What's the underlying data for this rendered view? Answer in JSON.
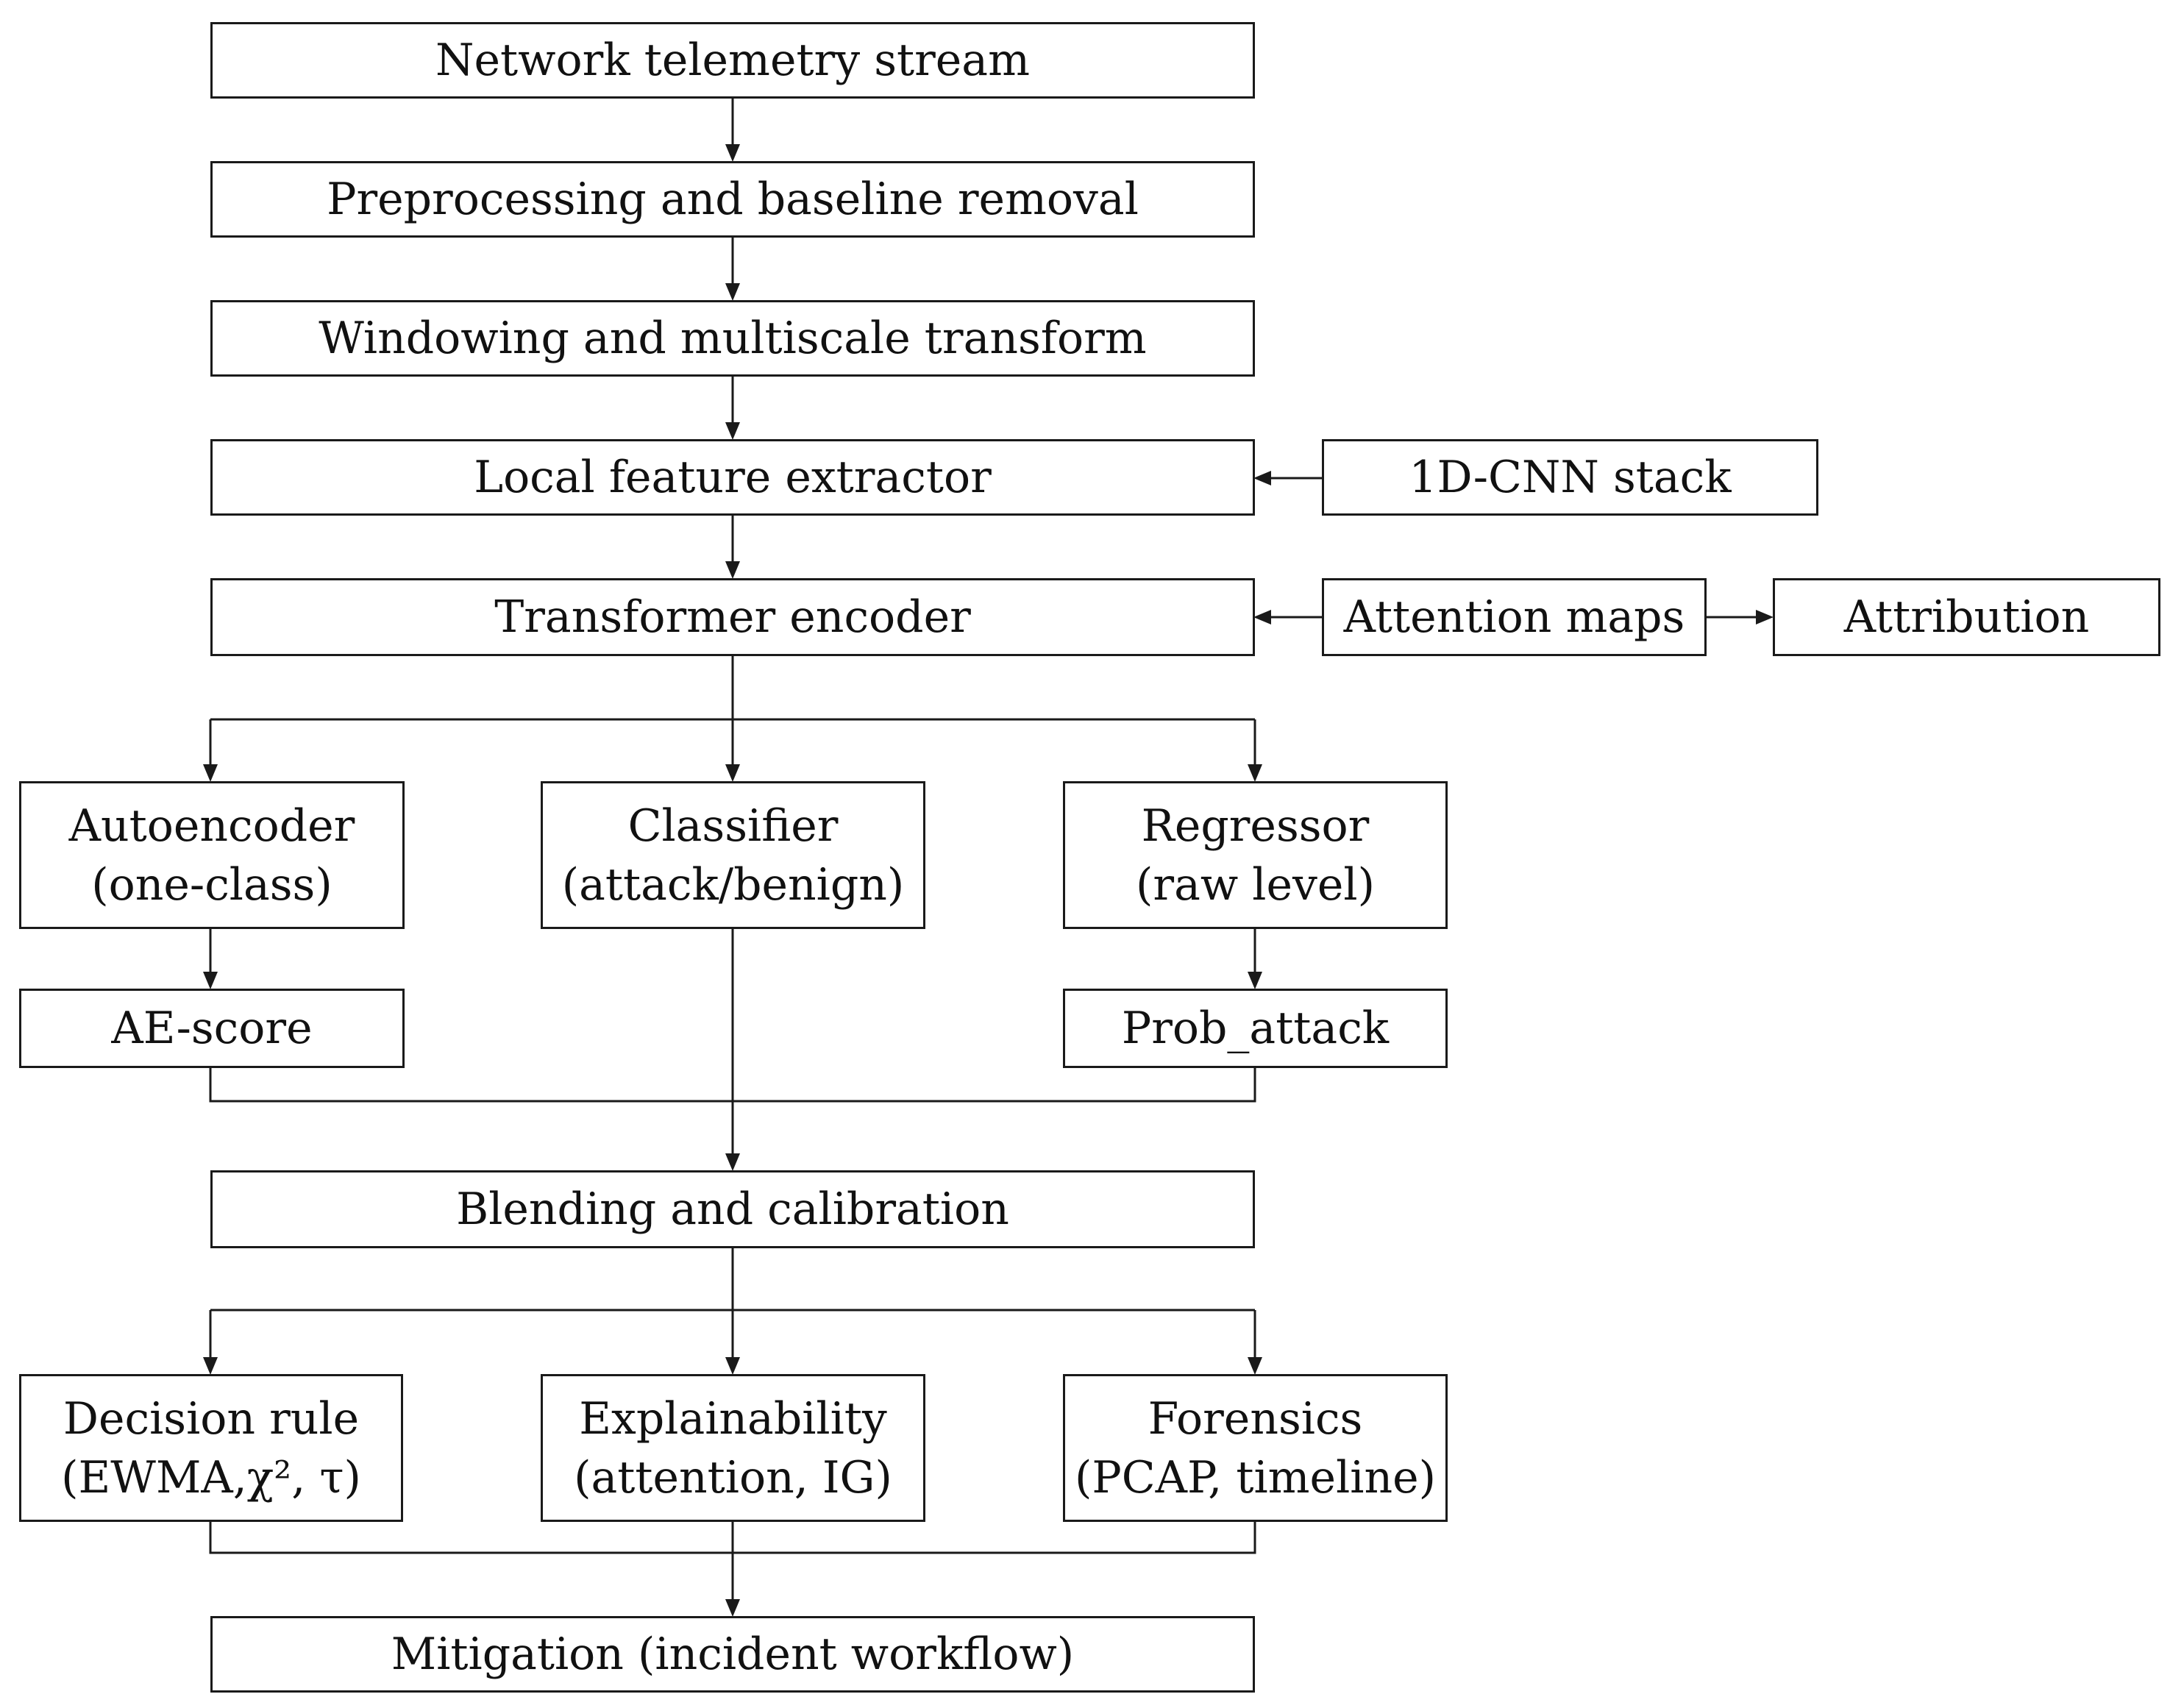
{
  "diagram": {
    "telemetry": "Network telemetry stream",
    "preprocessing": "Preprocessing and baseline removal",
    "windowing": "Windowing and multiscale transform",
    "local_features": "Local feature extractor",
    "cnn_stack": "1D-CNN stack",
    "transformer": "Transformer encoder",
    "attention_maps": "Attention maps",
    "attribution": "Attribution",
    "autoencoder": {
      "line1": "Autoencoder",
      "line2": "(one-class)"
    },
    "classifier": {
      "line1": "Classifier",
      "line2": "(attack/benign)"
    },
    "regressor": {
      "line1": "Regressor",
      "line2": "(raw level)"
    },
    "ae_score": "AE-score",
    "prob_attack": "Prob_attack",
    "blending": "Blending and calibration",
    "decision_rule": {
      "line1": "Decision rule",
      "line2": "(EWMA,χ², τ)"
    },
    "explainability": {
      "line1": "Explainability",
      "line2": "(attention, IG)"
    },
    "forensics": {
      "line1": "Forensics",
      "line2": "(PCAP, timeline)"
    },
    "mitigation": "Mitigation (incident workflow)"
  }
}
